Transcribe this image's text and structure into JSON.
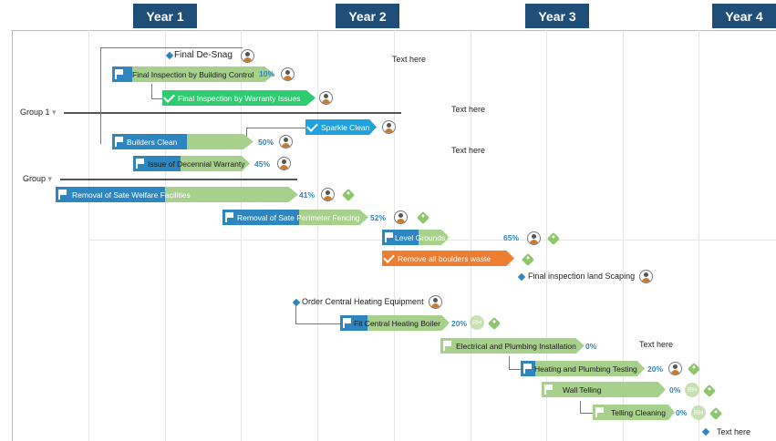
{
  "years": [
    "Year 1",
    "Year 2",
    "Year 3",
    "Year 4"
  ],
  "groups": [
    "Group 1",
    "Group"
  ],
  "notes": [
    "Text here",
    "Text here",
    "Text here",
    "Text here",
    "Text here"
  ],
  "milestones": {
    "final_de_snag": "Final De-Snag",
    "final_inspection_landscaping": "Final inspection land Scaping",
    "order_heating": "Order Central Heating Equipment"
  },
  "tasks": {
    "final_inspection_building": {
      "label": "Final Inspection by Building  Control",
      "pct": "10%"
    },
    "final_inspection_warranty": {
      "label": "Final Inspection by Warranty Issues"
    },
    "sparkle_clean": {
      "label": "Sparkle Clean"
    },
    "builders_clean": {
      "label": "Builders Clean",
      "pct": "50%"
    },
    "decennial_warranty": {
      "label": "Issue of Decennial Warranty",
      "pct": "45%"
    },
    "welfare_facilities": {
      "label": "Removal of Sate Welfare Facilities",
      "pct": "41%"
    },
    "perimeter_fencing": {
      "label": "Removal of Sate Perimeter  Fencing",
      "pct": "52%"
    },
    "level_grounds": {
      "label": "Level Grounds front and Rear",
      "pct": "65%"
    },
    "remove_boulders": {
      "label": "Remove all boulders waste"
    },
    "fit_boiler": {
      "label": "Fit  Central Heating Boiler",
      "pct": "20%",
      "badge": "RH"
    },
    "electrical_plumbing": {
      "label": "Electrical and Plumbing  Installation",
      "pct": "0%"
    },
    "heating_testing": {
      "label": "Heating and Plumbing  Testing",
      "pct": "20%"
    },
    "wall_telling": {
      "label": "Wall Telling",
      "pct": "0%",
      "badge": "RH"
    },
    "telling_cleaning": {
      "label": "Telling Cleaning",
      "pct": "0%",
      "badge": "RH"
    }
  },
  "colors": {
    "year_header": "#1f4e79",
    "task_blue": "#2e86c1",
    "task_green": "#a8d08d",
    "done_green": "#2ecc71",
    "sky": "#1fa3e0",
    "orange": "#ed7d31"
  }
}
